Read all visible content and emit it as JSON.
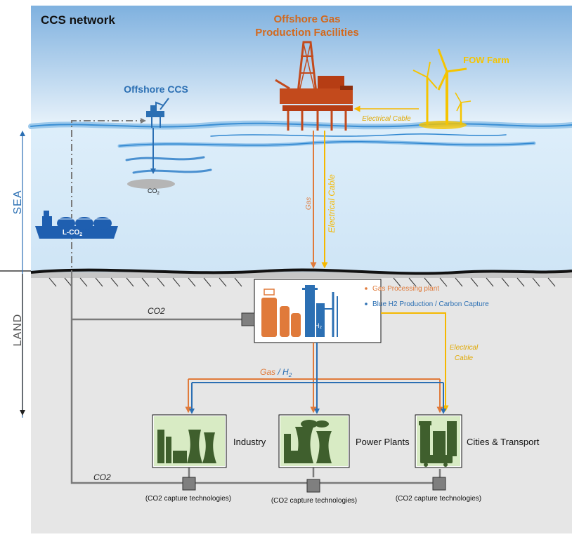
{
  "title": "CCS network",
  "offshore_gas": {
    "line1": "Offshore Gas",
    "line2": "Production Facilities"
  },
  "fow_farm": "FOW Farm",
  "offshore_ccs": "Offshore  CCS",
  "co2_reservoir": {
    "main": "CO",
    "sub": "2"
  },
  "ship": {
    "main": "L-CO",
    "sub": "2"
  },
  "sea_label": "SEA",
  "land_label": "LAND",
  "electrical_cable_sea_h": "Electrical Cable",
  "gas_vertical": "Gas",
  "electrical_cable_vertical": "Electrical Cable",
  "processing": {
    "gas_plant": "Gas Processing plant",
    "blue_h2": "Blue H2 Production / Carbon Capture",
    "h2_tag": "H₂"
  },
  "co2_upper": "CO2",
  "co2_lower": "CO2",
  "electrical_cable_land": {
    "line1": "Electrical",
    "line2": "Cable"
  },
  "gas_h2": {
    "gas": "Gas",
    "slash": " / ",
    "h": "H",
    "sub": "2"
  },
  "plants": [
    {
      "label": "Industry",
      "caption": "(CO2 capture technologies)"
    },
    {
      "label": "Power Plants",
      "caption": "(CO2 capture technologies)"
    },
    {
      "label": "Cities & Transport",
      "caption": "(CO2 capture technologies)"
    }
  ],
  "colors": {
    "gas": "#e07a3a",
    "cable": "#f5b800",
    "co2": "#7a7a7a",
    "h2": "#2b6fb3",
    "plant_fill": "#d8ebc4",
    "icon_green": "#3f5f2d"
  }
}
